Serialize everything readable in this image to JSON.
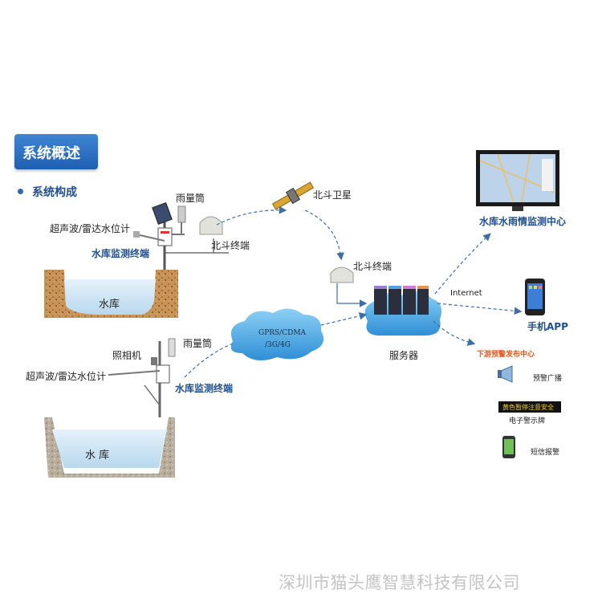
{
  "header": {
    "title": "系统概述",
    "subtitle": "系统构成"
  },
  "station_top": {
    "rain_gauge": "雨量筒",
    "level_meter": "超声波/雷达水位计",
    "terminal": "水库监测终端",
    "beidou_terminal": "北斗终端",
    "reservoir": "水库"
  },
  "station_bottom": {
    "rain_gauge": "雨量筒",
    "camera": "照相机",
    "level_meter": "超声波/雷达水位计",
    "terminal": "水库监测终端",
    "reservoir": "水 库"
  },
  "network": {
    "satellite": "北斗卫星",
    "beidou_terminal": "北斗终端",
    "cloud_line1": "GPRS/CDMA",
    "cloud_line2": "/3G/4G",
    "server": "服务器",
    "internet": "Internet"
  },
  "outputs": {
    "monitor_center": "水库水雨情监测中心",
    "mobile_app": "手机APP",
    "downstream": "下游预警发布中心",
    "broadcast": "预警广播",
    "led_text": "黄色暂停注意安全",
    "led_sign": "电子警示牌",
    "sms": "短信报警"
  },
  "footer": {
    "company": "深圳市猫头鹰智慧科技有限公司"
  },
  "colors": {
    "accent": "#2d67b5",
    "cloud": "#5aaee8",
    "soil": "#c2894f",
    "water": "#cfe6f5",
    "arrow": "#3d6ea8"
  }
}
